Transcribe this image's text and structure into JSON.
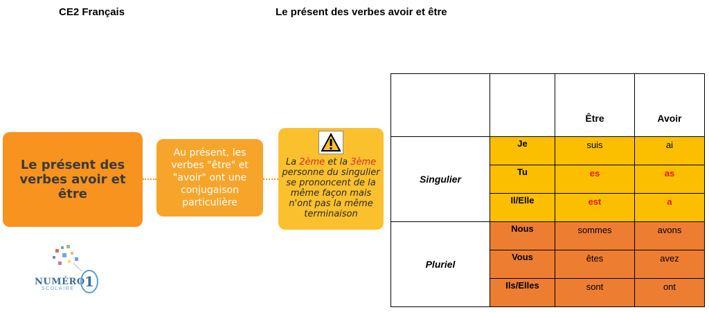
{
  "header": {
    "subject": "CE2 Français",
    "title": "Le présent des verbes avoir et être"
  },
  "boxes": {
    "main": "Le présent des verbes avoir et être",
    "mid": "Au présent, les verbes \"être\" et \"avoir\" ont une conjugaison particulière",
    "note": {
      "p1": "La ",
      "r1": "2ème",
      "p2": " et la ",
      "r2": "3ème",
      "p3": " personne du singulier se prononcent de la même façon mais n'ont pas la même terminaison"
    }
  },
  "logo": {
    "text": "NUMÉRO",
    "sub": "SCOLAIRE",
    "one": "1"
  },
  "table": {
    "columns": [
      "",
      "",
      "Être",
      "Avoir"
    ],
    "groups": [
      {
        "name": "Singulier",
        "color": "#fbbf00",
        "rows": [
          {
            "pronoun": "Je",
            "etre": "suis",
            "avoir": "ai",
            "highlight": false
          },
          {
            "pronoun": "Tu",
            "etre": "es",
            "avoir": "as",
            "highlight": true
          },
          {
            "pronoun": "Il/Elle",
            "etre": "est",
            "avoir": "a",
            "highlight": true
          }
        ]
      },
      {
        "name": "Pluriel",
        "color": "#ed7d31",
        "rows": [
          {
            "pronoun": "Nous",
            "etre": "sommes",
            "avoir": "avons",
            "highlight": false
          },
          {
            "pronoun": "Vous",
            "etre": "êtes",
            "avoir": "avez",
            "highlight": false
          },
          {
            "pronoun": "Ils/Elles",
            "etre": "sont",
            "avoir": "ont",
            "highlight": false
          }
        ]
      }
    ]
  },
  "icons": {
    "warning": "warning-icon"
  },
  "colors": {
    "highlight_text": "#e8170f",
    "accent_orange": "#f7931e"
  }
}
